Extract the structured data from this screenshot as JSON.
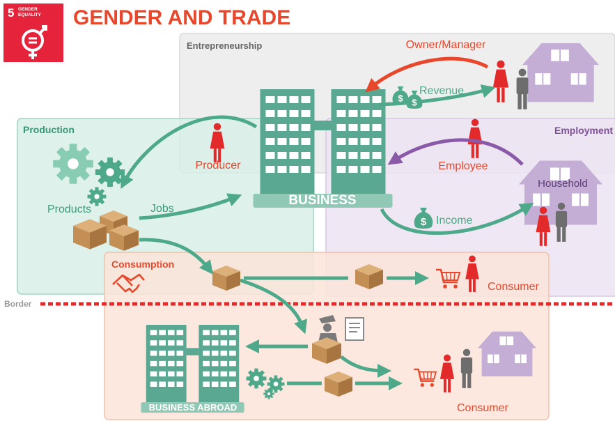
{
  "header": {
    "sdg_number": "5",
    "sdg_label_line1": "GENDER",
    "sdg_label_line2": "EQUALITY",
    "title": "GENDER AND TRADE"
  },
  "regions": {
    "entrepreneurship": "Entrepreneurship",
    "production": "Production",
    "employment": "Employment",
    "consumption": "Consumption",
    "border": "Border"
  },
  "labels": {
    "owner_manager": "Owner/Manager",
    "revenue": "Revenue",
    "producer": "Producer",
    "employee": "Employee",
    "household": "Household",
    "products": "Products",
    "jobs": "Jobs",
    "business": "BUSINESS",
    "income": "Income",
    "consumer_domestic": "Consumer",
    "business_abroad": "BUSINESS ABROAD",
    "consumer_abroad": "Consumer"
  },
  "icons": {
    "sdg": "gender-equality-icon",
    "gears": "gears-icon",
    "boxes": "boxes-icon",
    "money": "money-bag-icon",
    "woman": "woman-icon",
    "man": "man-icon",
    "house": "house-icon",
    "cart": "shopping-cart-icon",
    "handshake": "handshake-icon",
    "customs": "customs-officer-icon",
    "document": "document-icon"
  },
  "colors": {
    "sdg_red": "#e5243b",
    "title_red": "#e8472b",
    "teal": "#4ea88a",
    "building_teal": "#5aa891",
    "purple": "#8a5aa8",
    "house_purple": "#c4aed6",
    "woman_red": "#e32a2a",
    "man_gray": "#6d6d6d",
    "box_brown": "#c48f55",
    "entrepreneurship_bg": "#eeeeee",
    "production_bg": "#d8efe6",
    "employment_bg": "#ece3f1",
    "consumption_bg": "#fbe4d9"
  }
}
